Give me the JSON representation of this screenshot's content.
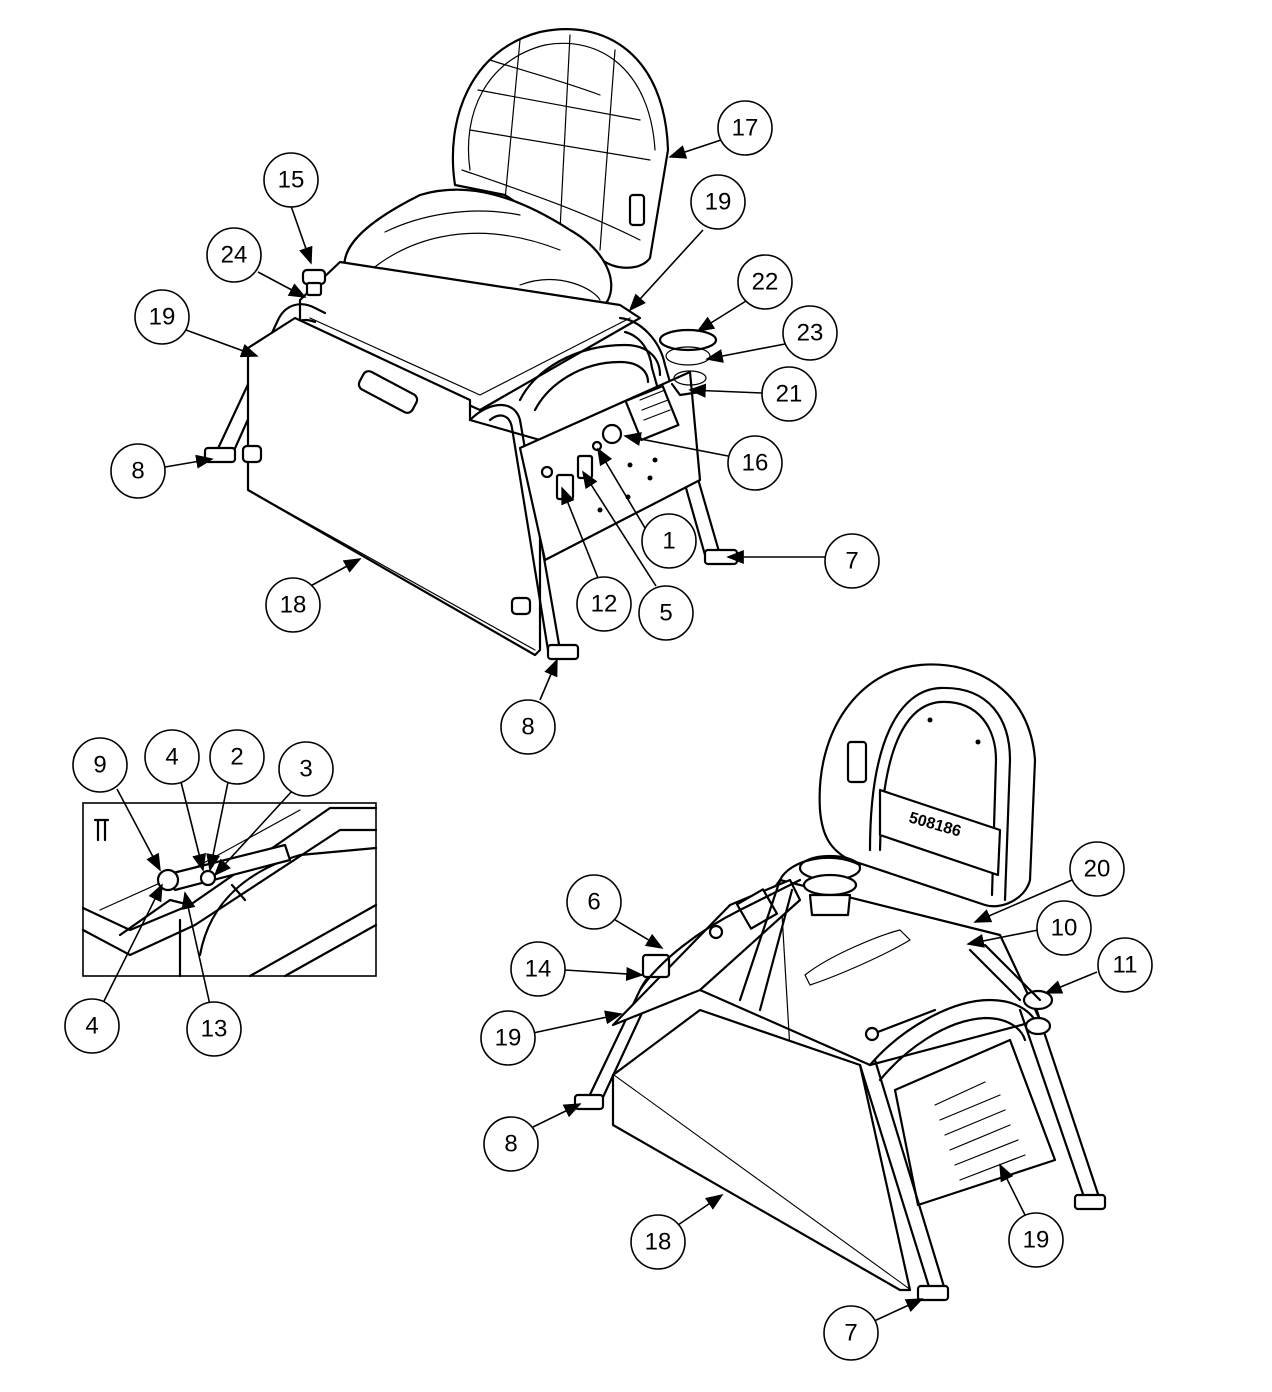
{
  "callouts": [
    "17",
    "15",
    "24",
    "19",
    "19",
    "22",
    "23",
    "21",
    "16",
    "8",
    "1",
    "7",
    "12",
    "5",
    "18",
    "8",
    "9",
    "4",
    "2",
    "3",
    "4",
    "13",
    "20",
    "6",
    "10",
    "14",
    "11",
    "19",
    "8",
    "19",
    "18",
    "7"
  ],
  "seat_stamp": "508186"
}
